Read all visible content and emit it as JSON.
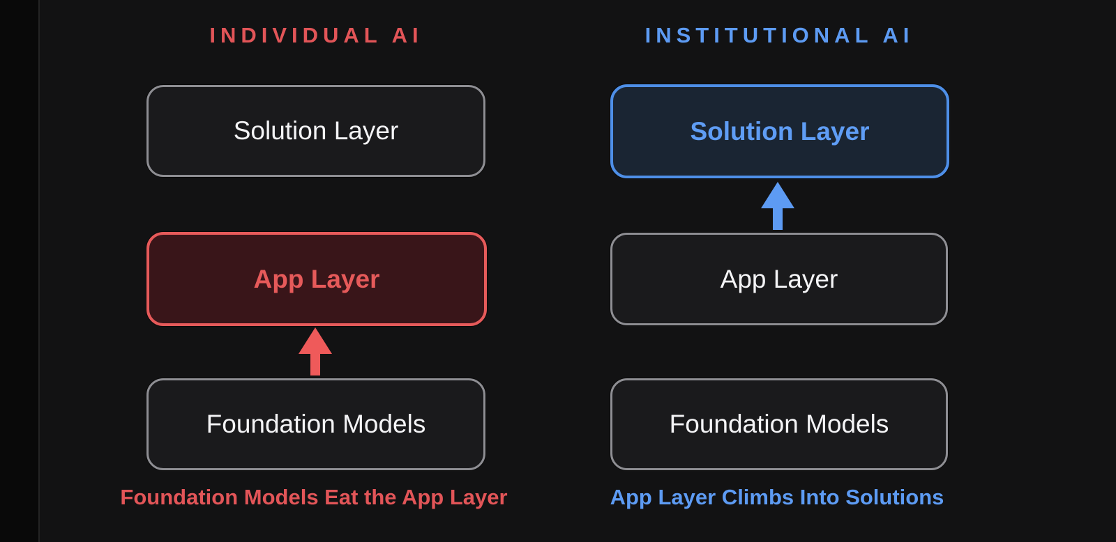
{
  "page": {
    "background_color": "#121213",
    "left_strip_color": "#090909"
  },
  "colors": {
    "red_accent": "#e65a5a",
    "red_box_background": "#391519",
    "blue_accent": "#5d9bf3",
    "blue_box_background": "#1a2533",
    "neutral_box_background": "#1a1a1c",
    "neutral_box_border": "#8e8e93",
    "neutral_text": "#f4f4f6"
  },
  "columns": [
    {
      "heading": "INDIVIDUAL AI",
      "accent_color": "#e65a5a",
      "boxes": [
        {
          "label": "Solution Layer",
          "highlighted": false
        },
        {
          "label": "App Layer",
          "highlighted": true
        },
        {
          "label": "Foundation Models",
          "highlighted": false
        }
      ],
      "arrow": {
        "direction": "up",
        "from": "Foundation Models",
        "to": "App Layer",
        "color": "#ef5a5a"
      },
      "caption": "Foundation Models Eat the App Layer"
    },
    {
      "heading": "INSTITUTIONAL AI",
      "accent_color": "#5d9bf3",
      "boxes": [
        {
          "label": "Solution Layer",
          "highlighted": true
        },
        {
          "label": "App Layer",
          "highlighted": false
        },
        {
          "label": "Foundation Models",
          "highlighted": false
        }
      ],
      "arrow": {
        "direction": "up",
        "from": "App Layer",
        "to": "Solution Layer",
        "color": "#5d9bf3"
      },
      "caption": "App Layer Climbs Into Solutions"
    }
  ]
}
